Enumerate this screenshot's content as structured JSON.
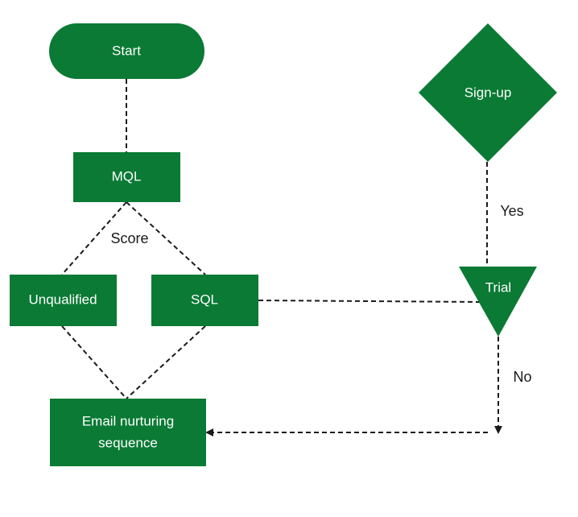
{
  "colors": {
    "node_fill": "#0a7a34",
    "node_text": "#ffffff",
    "edge": "#1a1a1a",
    "background": "#ffffff"
  },
  "nodes": {
    "start": "Start",
    "mql": "MQL",
    "unqualified": "Unqualified",
    "sql": "SQL",
    "email_line1": "Email nurturing",
    "email_line2": "sequence",
    "signup": "Sign-up",
    "trial": "Trial"
  },
  "edge_labels": {
    "score": "Score",
    "yes": "Yes",
    "no": "No"
  }
}
